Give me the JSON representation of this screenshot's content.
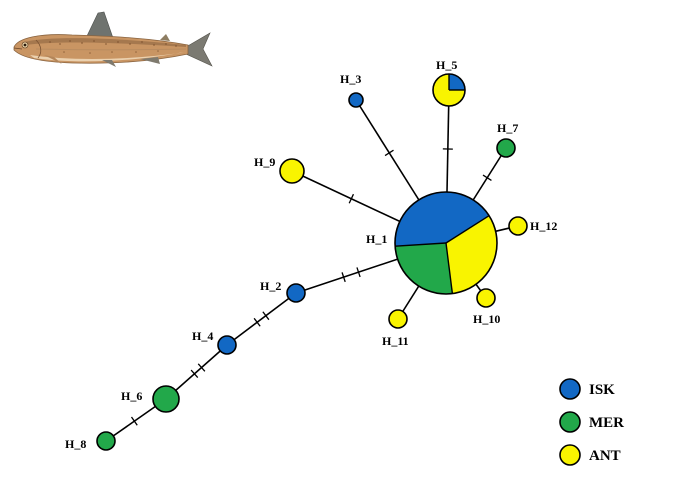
{
  "colors": {
    "ISK": "#1268c4",
    "MER": "#22a84a",
    "ANT": "#f9f400",
    "outline": "#000000"
  },
  "fish_image": "fish-illustration",
  "haplotypes": [
    {
      "id": "H_1",
      "label": "H_1",
      "composition": [
        {
          "pop": "ISK",
          "share": 0.42
        },
        {
          "pop": "ANT",
          "share": 0.32
        },
        {
          "pop": "MER",
          "share": 0.26
        }
      ]
    },
    {
      "id": "H_2",
      "label": "H_2",
      "composition": [
        {
          "pop": "ISK",
          "share": 1
        }
      ]
    },
    {
      "id": "H_3",
      "label": "H_3",
      "composition": [
        {
          "pop": "ISK",
          "share": 1
        }
      ]
    },
    {
      "id": "H_4",
      "label": "H_4",
      "composition": [
        {
          "pop": "ISK",
          "share": 1
        }
      ]
    },
    {
      "id": "H_5",
      "label": "H_5",
      "composition": [
        {
          "pop": "ISK",
          "share": 0.25
        },
        {
          "pop": "ANT",
          "share": 0.75
        }
      ]
    },
    {
      "id": "H_6",
      "label": "H_6",
      "composition": [
        {
          "pop": "MER",
          "share": 1
        }
      ]
    },
    {
      "id": "H_7",
      "label": "H_7",
      "composition": [
        {
          "pop": "MER",
          "share": 1
        }
      ]
    },
    {
      "id": "H_8",
      "label": "H_8",
      "composition": [
        {
          "pop": "MER",
          "share": 1
        }
      ]
    },
    {
      "id": "H_9",
      "label": "H_9",
      "composition": [
        {
          "pop": "ANT",
          "share": 1
        }
      ]
    },
    {
      "id": "H_10",
      "label": "H_10",
      "composition": [
        {
          "pop": "ANT",
          "share": 1
        }
      ]
    },
    {
      "id": "H_11",
      "label": "H_11",
      "composition": [
        {
          "pop": "ANT",
          "share": 1
        }
      ]
    },
    {
      "id": "H_12",
      "label": "H_12",
      "composition": [
        {
          "pop": "ANT",
          "share": 1
        }
      ]
    }
  ],
  "edges": [
    {
      "from": "H_1",
      "to": "H_3",
      "mutations": 1
    },
    {
      "from": "H_1",
      "to": "H_5",
      "mutations": 1
    },
    {
      "from": "H_1",
      "to": "H_7",
      "mutations": 1
    },
    {
      "from": "H_1",
      "to": "H_9",
      "mutations": 1
    },
    {
      "from": "H_1",
      "to": "H_12",
      "mutations": 0
    },
    {
      "from": "H_1",
      "to": "H_10",
      "mutations": 0
    },
    {
      "from": "H_1",
      "to": "H_11",
      "mutations": 0
    },
    {
      "from": "H_1",
      "to": "H_2",
      "mutations": 2
    },
    {
      "from": "H_2",
      "to": "H_4",
      "mutations": 2
    },
    {
      "from": "H_4",
      "to": "H_6",
      "mutations": 2
    },
    {
      "from": "H_6",
      "to": "H_8",
      "mutations": 1
    }
  ],
  "legend": [
    {
      "pop": "ISK",
      "label": "ISK"
    },
    {
      "pop": "MER",
      "label": "MER"
    },
    {
      "pop": "ANT",
      "label": "ANT"
    }
  ]
}
